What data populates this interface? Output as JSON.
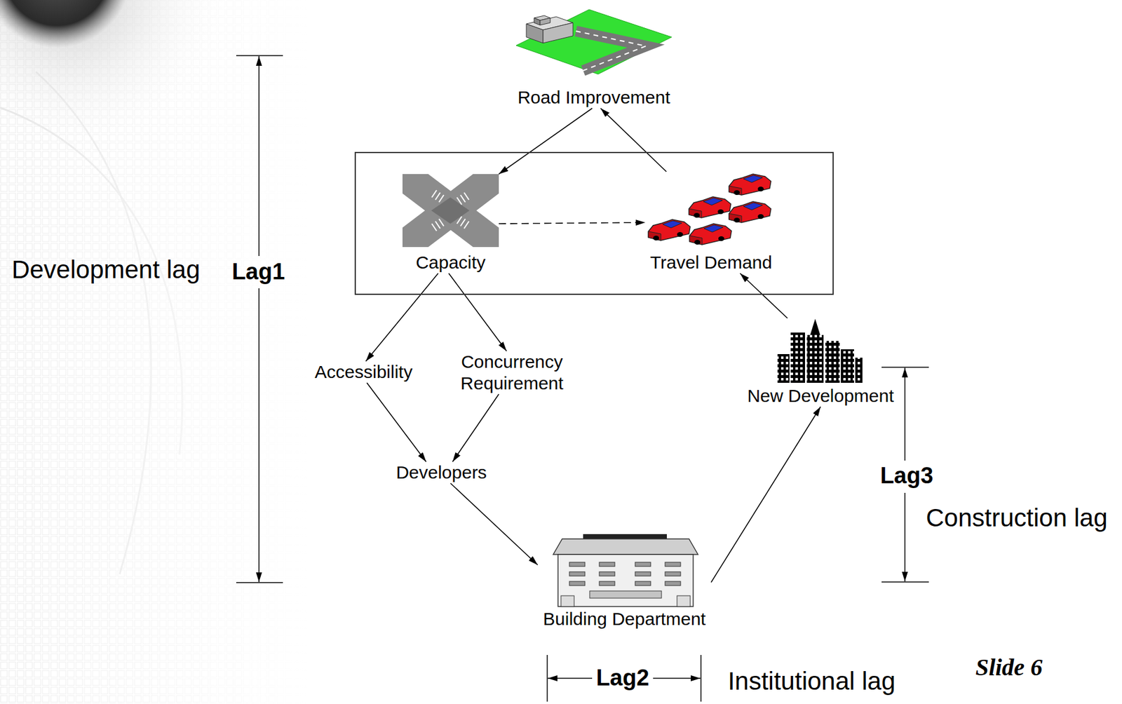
{
  "diagram": {
    "nodes": [
      {
        "text": [
          "Road Improvement"
        ]
      },
      {
        "text": []
      },
      {
        "text": [
          "Capacity"
        ],
        "in": 1
      },
      {
        "text": [
          "Travel Demand"
        ],
        "in": 1
      },
      {
        "text": [
          "Accessibility"
        ]
      },
      {
        "text": [
          "Concurrency Requirement"
        ]
      },
      {
        "text": [
          "New Development"
        ]
      },
      {
        "text": [
          "Developers"
        ]
      },
      {
        "text": [
          "Building Department"
        ]
      }
    ],
    "edges": [
      {
        "from": 0,
        "to": 2,
        "arrow": "to"
      },
      {
        "from": 3,
        "to": 0,
        "arrow": "to"
      },
      {
        "from": 2,
        "to": 3,
        "arrow": "to"
      },
      {
        "from": 6,
        "to": 3,
        "arrow": "to"
      },
      {
        "from": 2,
        "to": 4,
        "arrow": "to"
      },
      {
        "from": 2,
        "to": 5,
        "arrow": "to"
      },
      {
        "from": 4,
        "to": 7,
        "arrow": "to"
      },
      {
        "from": 5,
        "to": 7,
        "arrow": "to"
      },
      {
        "from": 7,
        "to": 8,
        "arrow": "to"
      },
      {
        "from": 8,
        "to": 6,
        "arrow": "to"
      }
    ],
    "labels": [
      "Development lag",
      "Lag1",
      "Lag3",
      "Construction lag",
      "Lag2",
      "Institutional lag",
      "Slide 6"
    ]
  }
}
